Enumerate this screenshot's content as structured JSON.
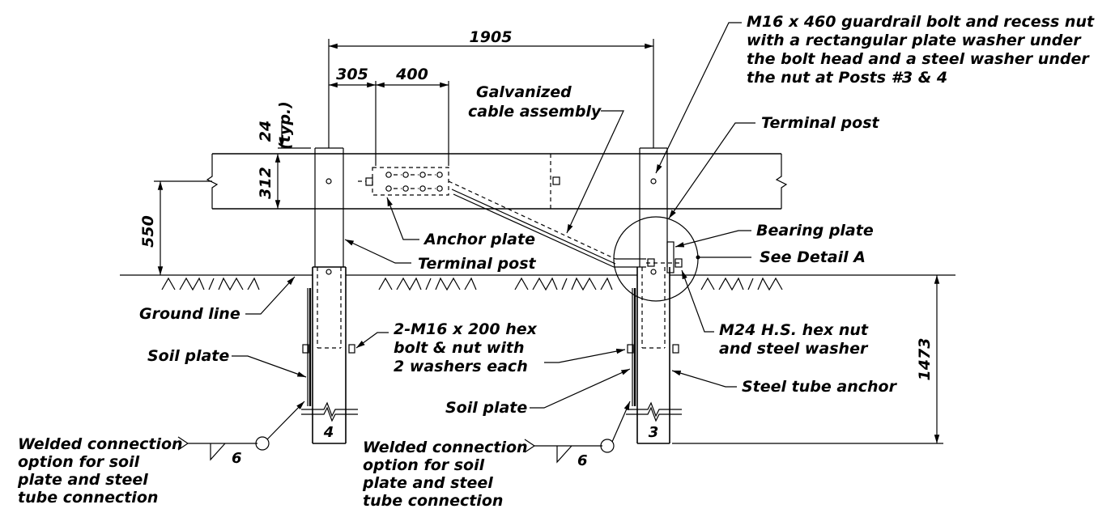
{
  "dimensions": {
    "overall_width": "1905",
    "first_bolt_offset": "305",
    "anchor_plate_length": "400",
    "typ_offset": "24",
    "typ_note": "(typ.)",
    "rail_depth": "312",
    "rail_height": "550",
    "post_embedment": "1473"
  },
  "callouts": {
    "guardrail_bolt": [
      "M16 x 460 guardrail bolt and recess nut",
      "with a rectangular plate washer under",
      "the bolt head and a steel washer under",
      "the nut at Posts #3 & 4"
    ],
    "cable_assembly": [
      "Galvanized",
      "cable assembly"
    ],
    "terminal_post_top": "Terminal post",
    "terminal_post_left": "Terminal post",
    "anchor_plate": "Anchor plate",
    "bearing_plate": "Bearing plate",
    "see_detail": "See Detail A",
    "ground_line": "Ground line",
    "hex_bolt": [
      "2-M16 x 200 hex",
      "bolt & nut with",
      "2 washers each"
    ],
    "hex_nut": [
      "M24 H.S. hex nut",
      "and steel washer"
    ],
    "soil_plate_left": "Soil plate",
    "soil_plate_right": "Soil plate",
    "steel_tube_anchor": "Steel tube anchor",
    "welded_left": [
      "Welded connection",
      "option for soil",
      "plate and steel",
      "tube connection"
    ],
    "welded_right": [
      "Welded connection",
      "option for soil",
      "plate and steel",
      "tube connection"
    ]
  },
  "posts": {
    "left_number": "4",
    "right_number": "3"
  },
  "weld_symbols": {
    "left_size": "6",
    "right_size": "6"
  }
}
